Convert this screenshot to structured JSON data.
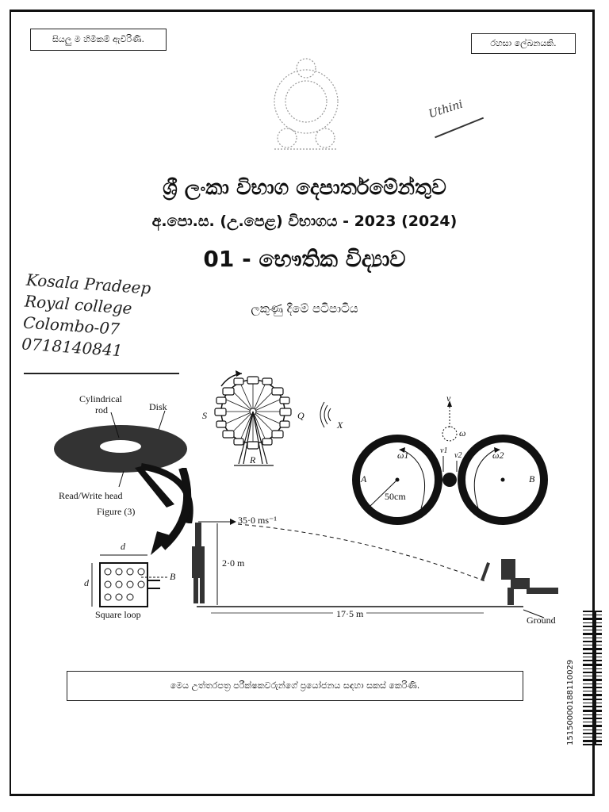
{
  "header": {
    "top_left_notice": "සියලු ම හිමිකම් ඇවිරිණි.",
    "top_right_notice": "රහසා ලේඛනයකි.",
    "emblem": "sri-lanka-government-emblem-icon",
    "signature": "Uthini"
  },
  "titles": {
    "department": "ශ්‍රී ලංකා විභාග දෙපාර්තමේන්තුව",
    "exam": "අ.පො.ස. (උ.පෙළ) විභාගය - 2023 (2024)",
    "subject": "01 -  භෞතික විද්‍යාව",
    "document_type": "ලකුණු දීමේ පටිපාටිය"
  },
  "handwritten_note": {
    "lines": [
      "Kosala Pradeep",
      "Royal college",
      "Colombo-07",
      "0718140841"
    ]
  },
  "figures": {
    "disk": {
      "label_rod": "Cylindrical",
      "label_rod2": "rod",
      "label_disk": "Disk",
      "label_head": "Read/Write head",
      "caption": "Figure (3)"
    },
    "ferris_wheel": {
      "label_s": "S",
      "label_q": "Q",
      "label_r": "R",
      "label_x": "X"
    },
    "wheels": {
      "label_a": "A",
      "label_b": "B",
      "omega1": "ω1",
      "omega2": "ω2",
      "omega": "ω",
      "v": "v",
      "v1": "v1",
      "v2": "v2",
      "radius": "50cm"
    },
    "square_loop": {
      "label_d_top": "d",
      "label_d_side": "d",
      "label_b": "B",
      "caption": "Square loop"
    },
    "cricket": {
      "speed": "35·0 ms⁻¹",
      "height": "2·0 m",
      "distance": "17·5 m",
      "ground": "Ground"
    }
  },
  "footer": {
    "note": "මෙය උත්තරපත්‍ර පරීක්ෂකවරුන්ගේ ප්‍රයෝජනය සඳහා සකස් කෙරිණි."
  },
  "barcode": {
    "number": "15150000188110029"
  }
}
